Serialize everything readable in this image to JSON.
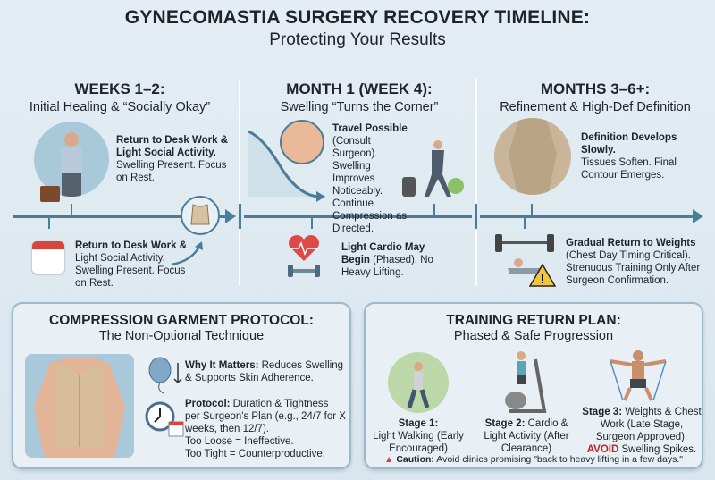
{
  "header": {
    "title": "GYNECOMASTIA SURGERY RECOVERY TIMELINE:",
    "subtitle": "Protecting Your Results"
  },
  "colors": {
    "timeline": "#4a7d99",
    "background": "#dfeaf1",
    "warning": "#f2c53d",
    "accent_red": "#c0252a"
  },
  "timeline": {
    "phases": [
      {
        "heading": "WEEKS 1–2:",
        "subheading": "Initial Healing & “Socially Okay”",
        "top_note": {
          "bold": "Return to Desk Work & Light Social Activity.",
          "text": "Swelling Present. Focus on Rest."
        },
        "bottom_note": {
          "bold": "Return to Desk Work &",
          "text": "Light Social Activity. Swelling Present. Focus on Rest."
        },
        "icons": [
          "businessman-icon",
          "compression-vest-icon",
          "calendar-icon"
        ]
      },
      {
        "heading": "MONTH 1 (WEEK 4):",
        "subheading": "Swelling “Turns the Corner”",
        "top_note": {
          "bold": "Travel Possible",
          "text": "(Consult Surgeon). Swelling Improves Noticeably. Continue Compression as Directed."
        },
        "bottom_note": {
          "bold": "Light Cardio May Begin",
          "text": " (Phased). No Heavy Lifting."
        },
        "icons": [
          "chest-icon",
          "traveler-icon",
          "heart-rate-icon",
          "dumbbell-icon"
        ]
      },
      {
        "heading": "MONTHS 3–6+:",
        "subheading": "Refinement & High-Def Definition",
        "top_note": {
          "bold": "Definition Develops Slowly.",
          "text": "Tissues Soften. Final Contour Emerges."
        },
        "bottom_note": {
          "bold": "Gradual Return to Weights",
          "text": "(Chest Day Timing Critical). Strenuous Training Only After Surgeon Confirmation."
        },
        "icons": [
          "toned-torso-icon",
          "bench-press-icon",
          "warning-icon"
        ]
      }
    ]
  },
  "compression": {
    "title": "COMPRESSION GARMENT PROTOCOL:",
    "subtitle": "The Non-Optional Technique",
    "why_label": "Why It Matters:",
    "why_text": " Reduces Swelling & Supports Skin Adherence.",
    "protocol_label": "Protocol:",
    "protocol_text": " Duration & Tightness per Surgeon's Plan (e.g., 24/7 for X weeks, then 12/7).",
    "too_loose": "Too Loose = Ineffective.",
    "too_tight": "Too Tight = Counterproductive."
  },
  "training": {
    "title": "TRAINING RETURN PLAN:",
    "subtitle": "Phased & Safe Progression",
    "stages": [
      {
        "label": "Stage 1:",
        "text": "Light Walking (Early Encouraged)"
      },
      {
        "label": "Stage 2:",
        "text": " Cardio & Light Activity (After Clearance)"
      },
      {
        "label": "Stage 3:",
        "text": " Weights & Chest Work (Late Stage, Surgeon Approved).",
        "avoid": "AVOID",
        "avoid_text": " Swelling Spikes."
      }
    ],
    "caution_label": "Caution:",
    "caution_text": " Avoid clinics promising \"back to heavy lifting in a few days.\""
  }
}
